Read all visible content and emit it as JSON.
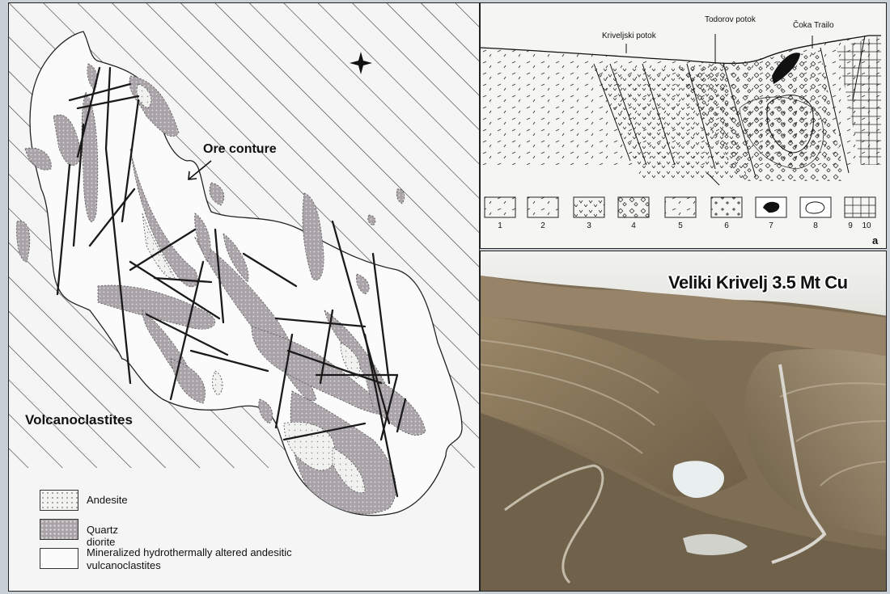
{
  "map": {
    "ore_label": "Ore conture",
    "volcanoclastites_label": "Volcanoclastites",
    "legend": [
      {
        "key": "andesite",
        "label": "Andesite"
      },
      {
        "key": "quartz-diorite",
        "label": "Quartz diorite"
      },
      {
        "key": "mineralized",
        "label": "Mineralized hydrothermally altered andesitic vulcanoclastites"
      }
    ]
  },
  "section": {
    "labels": {
      "kriveljski": "Kriveljski potok",
      "todorov": "Todorov potok",
      "coka": "Čoka Trailo"
    },
    "legend_numbers": [
      "1",
      "2",
      "3",
      "4",
      "5",
      "6",
      "7",
      "8",
      "9",
      "10"
    ],
    "panel_letter": "a"
  },
  "photo": {
    "title": "Veliki Krivelj 3.5 Mt Cu"
  },
  "colors": {
    "quartz_diorite": "#a9a3a8",
    "background": "#c9d1d6"
  }
}
